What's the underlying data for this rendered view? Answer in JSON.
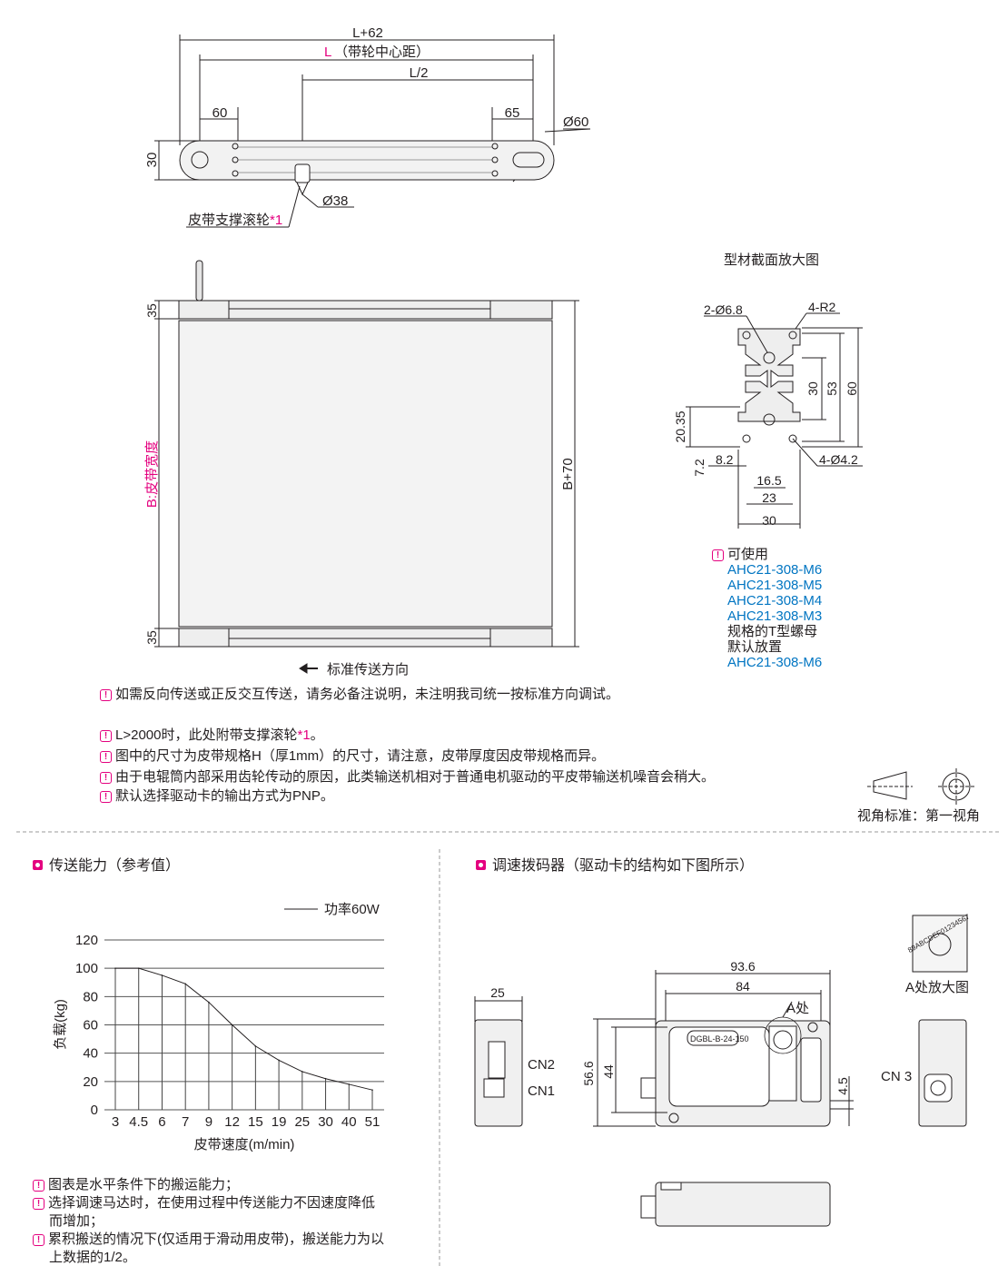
{
  "top_view": {
    "dim_total": "L+62",
    "dim_l_letter": "L",
    "dim_l_text": "（带轮中心距）",
    "dim_half": "L/2",
    "dim_left": "60",
    "dim_right": "65",
    "dim_dia60": "Ø60",
    "dim_height": "30",
    "dim_dia38": "Ø38",
    "roller_label": "皮带支撑滚轮",
    "roller_mark": "*1"
  },
  "plan_view": {
    "dim_top": "35",
    "dim_bottom": "35",
    "belt_width": "B:皮带宽度",
    "overall": "B+70",
    "direction": "标准传送方向"
  },
  "profile": {
    "title": "型材截面放大图",
    "holes": "2-Ø6.8",
    "radius": "4-R2",
    "d30": "30",
    "d53": "53",
    "d60": "60",
    "d2035": "20.35",
    "d72": "7.2",
    "d82": "8.2",
    "d165": "16.5",
    "d23": "23",
    "d30b": "30",
    "holes2": "4-Ø4.2"
  },
  "nut_note": {
    "label": "可使用",
    "items": [
      "AHC21-308-M6",
      "AHC21-308-M5",
      "AHC21-308-M4",
      "AHC21-308-M3"
    ],
    "suffix": "规格的T型螺母",
    "default_label": "默认放置",
    "default_item": "AHC21-308-M6"
  },
  "notes": {
    "reverse": "如需反向传送或正反交互传送，请务必备注说明，未注明我司统一按标准方向调试。",
    "n1a": "L>2000时，此处附带支撑滚轮",
    "n1b": "*1",
    "n1c": "。",
    "n2": "图中的尺寸为皮带规格H（厚1mm）的尺寸，请注意，皮带厚度因皮带规格而异。",
    "n3": "由于电辊筒内部采用齿轮传动的原因，此类输送机相对于普通电机驱动的平皮带输送机噪音会稍大。",
    "n4": "默认选择驱动卡的输出方式为PNP。"
  },
  "view_standard": "视角标准：第一视角",
  "capacity": {
    "title": "传送能力（参考值）",
    "notes": [
      "图表是水平条件下的搬运能力；",
      "选择调速马达时，在使用过程中传送能力不因速度降低",
      "而增加；",
      "累积搬送的情况下(仅适用于滑动用皮带)，搬送能力为以",
      "上数据的1/2。"
    ]
  },
  "chart_data": {
    "type": "line",
    "title": "传送能力（参考值）",
    "xlabel": "皮带速度(m/min)",
    "ylabel": "负载(kg)",
    "legend": "功率60W",
    "legend_position": "top-right",
    "categories": [
      "3",
      "4.5",
      "6",
      "7",
      "9",
      "12",
      "15",
      "19",
      "25",
      "30",
      "40",
      "51"
    ],
    "values": [
      100,
      100,
      95,
      89,
      76,
      60,
      45,
      35,
      27,
      22,
      18,
      14
    ],
    "yticks": [
      "0",
      "20",
      "40",
      "60",
      "80",
      "100",
      "120"
    ],
    "ylim": [
      0,
      120
    ],
    "grid": true
  },
  "speed": {
    "title": "调速拨码器（驱动卡的结构如下图所示）",
    "d25": "25",
    "d936": "93.6",
    "d84": "84",
    "d566": "56.6",
    "d44": "44",
    "d45": "4.5",
    "a_label": "A处",
    "cn2": "CN2",
    "cn1": "CN1",
    "cn3": "CN 3",
    "a_zoom": "A处放大图",
    "card_label": "DGBL-B-24-150",
    "dial": "89ABCDEF01234567"
  }
}
